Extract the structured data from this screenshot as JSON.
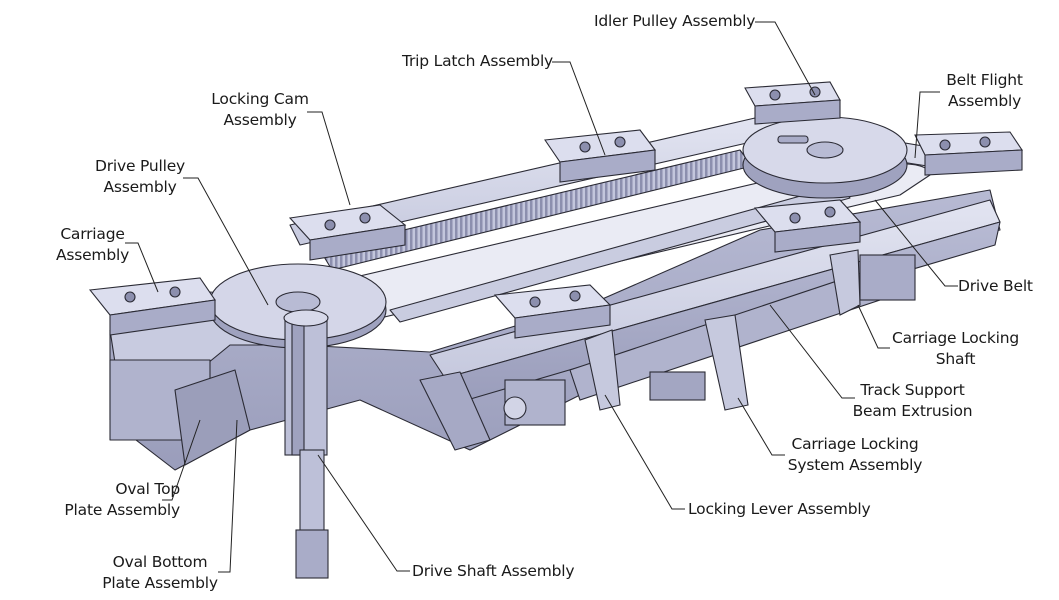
{
  "callouts": {
    "idler_pulley": "Idler Pulley Assembly",
    "trip_latch": "Trip Latch Assembly",
    "belt_flight": [
      "Belt Flight",
      "Assembly"
    ],
    "locking_cam": [
      "Locking Cam",
      "Assembly"
    ],
    "drive_pulley": [
      "Drive Pulley",
      "Assembly"
    ],
    "carriage": [
      "Carriage",
      "Assembly"
    ],
    "drive_belt": "Drive Belt",
    "carriage_locking_shaft": [
      "Carriage Locking",
      "Shaft"
    ],
    "track_support": [
      "Track Support",
      "Beam Extrusion"
    ],
    "carriage_locking_system": [
      "Carriage Locking",
      "System Assembly"
    ],
    "oval_top": [
      "Oval Top",
      "Plate Assembly"
    ],
    "locking_lever": "Locking Lever Assembly",
    "oval_bottom": [
      "Oval Bottom",
      "Plate Assembly"
    ],
    "drive_shaft": "Drive Shaft Assembly"
  },
  "colors": {
    "metal_light": "#d2d4e6",
    "metal_mid": "#b4b7d0",
    "metal_dark": "#8c8fae",
    "outline": "#2b2b35",
    "leader": "#222222"
  }
}
